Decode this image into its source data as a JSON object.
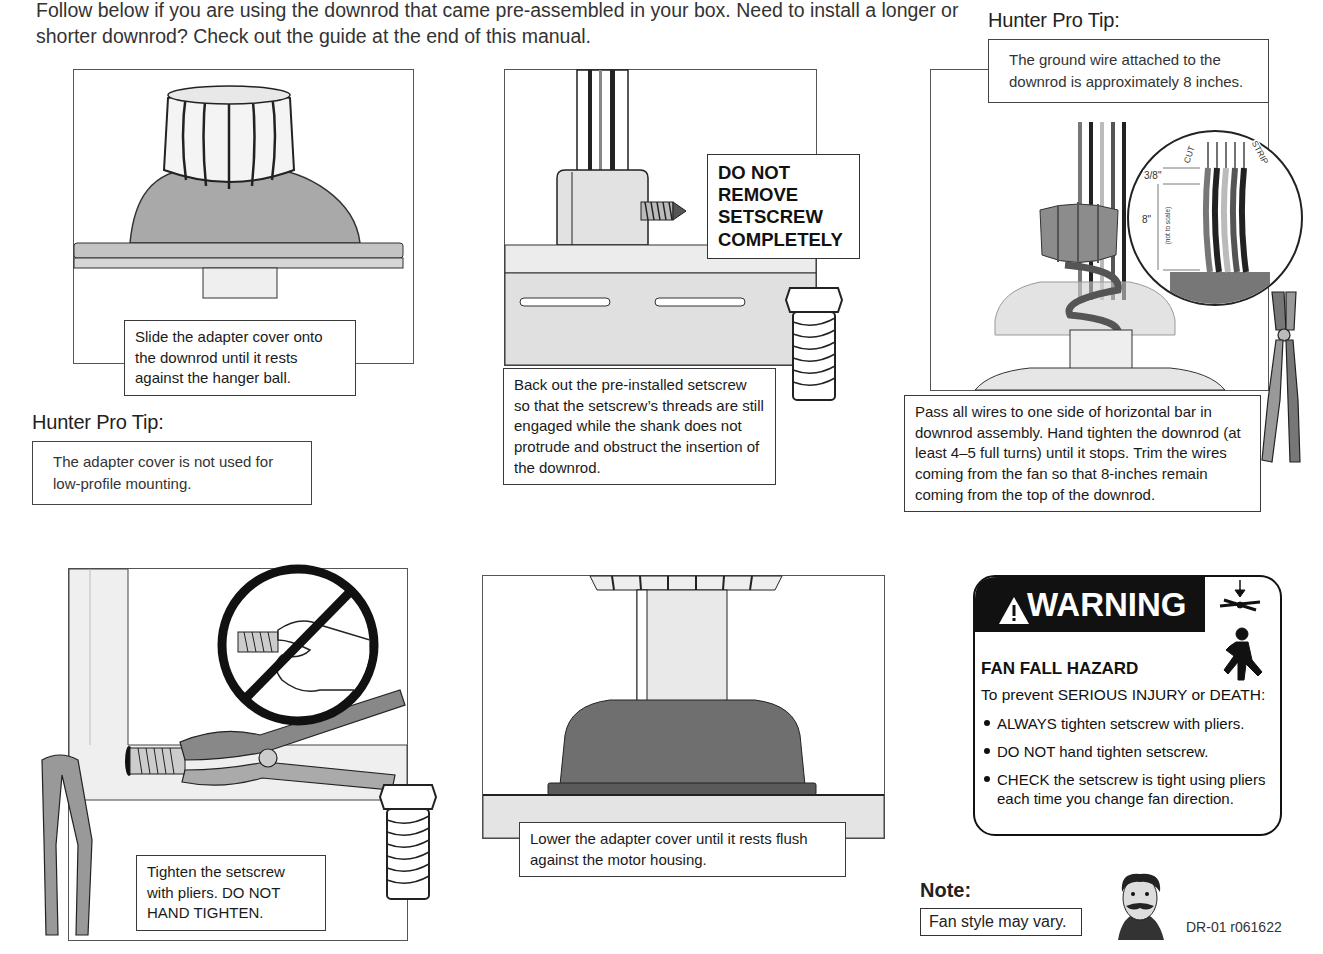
{
  "diagram": {
    "title": "Follow below if you are using the downrod that came pre-assembled in your box. Need to install a longer or shorter downrod? Check out the guide at the end of this manual.",
    "nodes": [
      {
        "text": [
          "Slide the adapter cover onto the downrod until it rests against the hanger ball."
        ]
      },
      {
        "text": [
          "Hunter Pro Tip:",
          "The adapter cover is not used for low-profile mounting."
        ]
      },
      {
        "text": [
          "DO NOT REMOVE SETSCREW COMPLETELY"
        ]
      },
      {
        "text": [
          "Back out the pre-installed setscrew so that the setscrew’s threads are still engaged while the shank does not protrude and obstruct the insertion of the downrod."
        ]
      },
      {
        "text": [
          "Hunter Pro Tip:",
          "The ground wire attached to the downrod is approximately 8 inches."
        ]
      },
      {
        "text": [
          "Pass all wires to one side of horizontal bar in downrod assembly. Hand tighten the downrod (at least 4–5 full turns) until it stops. Trim the wires coming from the fan so that 8-inches remain coming from the top of the downrod."
        ]
      },
      {
        "text": [
          "Tighten the setscrew with pliers. DO NOT HAND TIGHTEN."
        ]
      },
      {
        "text": [
          "Lower the adapter cover until it rests flush against the motor housing."
        ]
      },
      {
        "text": [
          "WARNING",
          "FAN FALL HAZARD",
          "To prevent SERIOUS INJURY or DEATH:",
          "ALWAYS tighten setscrew with pliers.",
          "DO NOT hand tighten setscrew.",
          "CHECK the setscrew is tight using pliers each time you change fan direction."
        ]
      },
      {
        "text": [
          "Note:",
          "Fan style may vary."
        ]
      }
    ],
    "labels": [
      "3/8\"",
      "8\"",
      "(not to scale)",
      "CUT",
      "STRIP",
      "DR-01 r061622"
    ]
  }
}
